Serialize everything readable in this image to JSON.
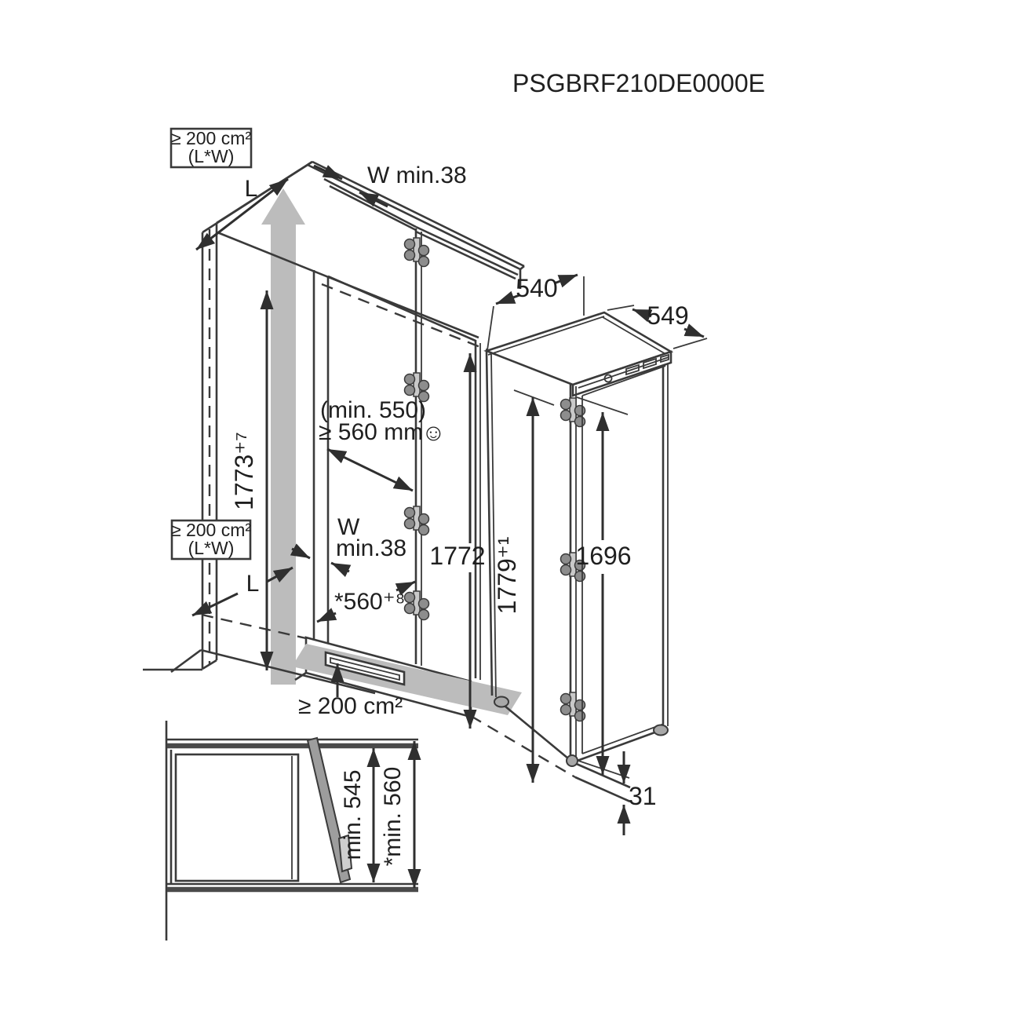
{
  "title": "PSGBRF210DE0000E",
  "colors": {
    "line": "#3a3a3a",
    "airflow_gray": "#bcbcbc",
    "text": "#1f1f1f"
  },
  "niche": {
    "vent_top_box": {
      "line1": "≥ 200 cm²",
      "line2": "(L*W)"
    },
    "vent_side_box": {
      "line1": "≥ 200 cm²",
      "line2": "(L*W)"
    },
    "length_label_top": "L",
    "length_label_bottom": "L",
    "wall_width_top": "W min.38",
    "wall_width_mid_line1": "W",
    "wall_width_mid_line2": "min.38",
    "depth_note_1": "(min. 550)",
    "depth_note_2": "≥ 560 mm",
    "smiley": "☺",
    "interior_height": "1773⁺⁷",
    "interior_height_alt": "1772",
    "base_depth": "*560⁺⁸",
    "bottom_vent": "≥ 200 cm²"
  },
  "appliance": {
    "top_depth": "540",
    "top_width": "549",
    "overall_height": "1779⁺¹",
    "door_height": "1696",
    "bottom_gap": "31"
  },
  "plan_view": {
    "niche_depth": "min. 545",
    "niche_depth_with_wall": "*min. 560"
  }
}
